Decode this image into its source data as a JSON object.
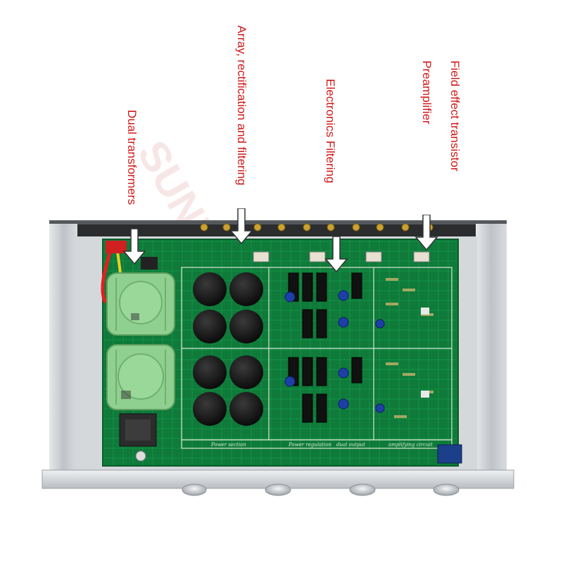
{
  "annotations": {
    "dual_transformers": "Dual transformers",
    "array_rectification_filtering": "Array, rectification and filtering",
    "electronics_filtering": "Electronics Filtering",
    "fet_preamp_line1": "Field effect transistor",
    "fet_preamp_line2": "Preamplifier"
  },
  "watermark": "SUNBUY",
  "pcb_sections": {
    "power_section": "Power section",
    "power_regulation": "Power regulation",
    "dual_output": "dual output",
    "amplifying_circuit": "amplifying circuit"
  },
  "colors": {
    "label_red": "#d01818",
    "arrow_fill": "#ffffff",
    "pcb_green": "#0f7a3a",
    "transformer_green": "#8fcf8f",
    "chassis_silver": "#c9ccd0"
  }
}
